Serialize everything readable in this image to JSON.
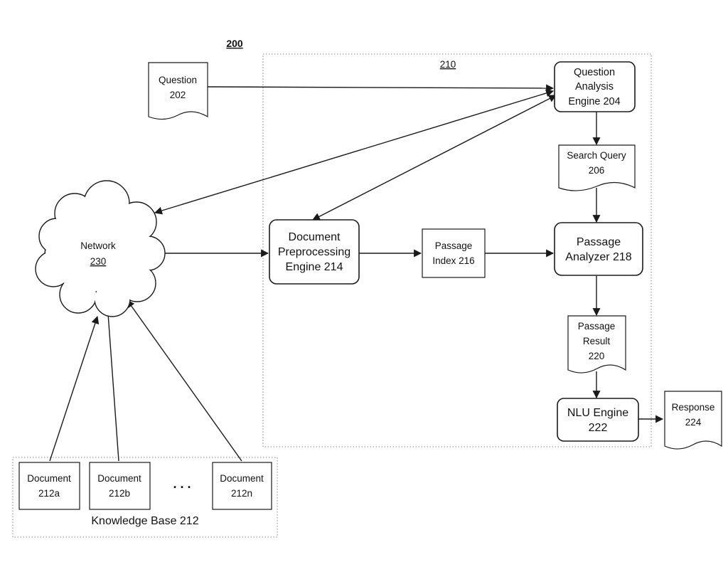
{
  "figure": {
    "number": "200",
    "container_label": "210",
    "ellipsis": ". . ."
  },
  "nodes": {
    "question": {
      "lines": [
        "Question",
        "202"
      ]
    },
    "search_query": {
      "lines": [
        "Search Query",
        "206"
      ]
    },
    "passage_result": {
      "lines": [
        "Passage",
        "Result",
        "220"
      ]
    },
    "response": {
      "lines": [
        "Response",
        "224"
      ]
    },
    "passage_index": {
      "lines": [
        "Passage",
        "Index 216"
      ]
    },
    "question_analysis_engine": {
      "lines": [
        "Question",
        "Analysis",
        "Engine 204"
      ]
    },
    "document_preprocessing_engine": {
      "lines": [
        "Document",
        "Preprocessing",
        "Engine 214"
      ]
    },
    "passage_analyzer": {
      "lines": [
        "Passage",
        "Analyzer 218"
      ]
    },
    "nlu_engine": {
      "lines": [
        "NLU Engine",
        "222"
      ]
    },
    "network": {
      "lines": [
        "Network",
        "230"
      ]
    },
    "document_a": {
      "lines": [
        "Document",
        "212a"
      ]
    },
    "document_b": {
      "lines": [
        "Document",
        "212b"
      ]
    },
    "document_n": {
      "lines": [
        "Document",
        "212n"
      ]
    }
  },
  "knowledge_base": {
    "label": "Knowledge Base 212"
  }
}
